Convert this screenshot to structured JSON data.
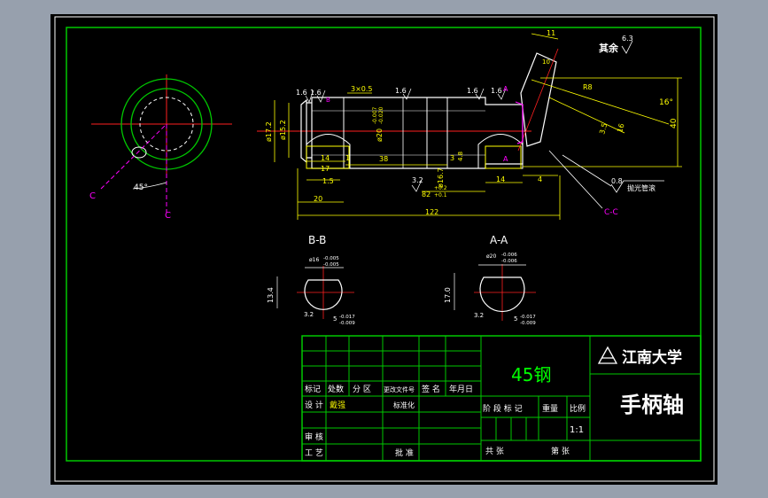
{
  "colors": {
    "viewport_bg": "#97a0ad",
    "paper": "#000000",
    "frame": "#00c800",
    "dim": "#ffff00",
    "center": "#ff2020",
    "section": "#ff00ff",
    "hatch": "#00ffff",
    "part": "#ffffff",
    "label_yellow": "#f0f000"
  },
  "drawing": {
    "roughness_note": "其余",
    "roughness_note_value": "6.3",
    "section_bb": "B-B",
    "section_aa": "A-A",
    "section_cc": "C-C",
    "cut_label_c": "C",
    "angle_45": "45°",
    "angle_16": "16°",
    "dims": {
      "d_172": "ø17.2",
      "d_152": "ø15.2",
      "d_20": "ø20",
      "d_20_tol_up": "-0.007",
      "d_20_tol_low": "-0.020",
      "d_167": "ø16.7",
      "chamfer": "3×0.5",
      "r_16a": "1.6",
      "r_16b": "1.6",
      "r_16c": "1.6",
      "r_16d": "1.6",
      "r_16e": "1.6",
      "r_08": "0.8",
      "r_32": "3.2",
      "l_14a": "14",
      "l_17": "17",
      "l_1": "1",
      "l_15": "1.5",
      "l_38": "38",
      "l_3": "3",
      "l_82": "82",
      "l_82_up": "+0.2",
      "l_82_low": "+0.1",
      "l_14b": "14",
      "l_4": "4",
      "l_20": "20",
      "l_122": "122",
      "l_11": "11",
      "l_10": "10",
      "l_r8": "R8",
      "l_35": "3.5",
      "l_16b": "16",
      "l_40": "40",
      "l_48": "4.8",
      "l_stop": "抛光管滚",
      "bb_d": "ø16",
      "bb_d_up": "-0.005",
      "bb_d_low": "-0.005",
      "bb_h": "13.4",
      "bb_w": "5",
      "bb_w_up": "-0.017",
      "bb_w_low": "-0.009",
      "bb_r": "3.2",
      "aa_d": "ø20",
      "aa_d_up": "-0.006",
      "aa_d_low": "-0.006",
      "aa_h": "17.0",
      "aa_w": "5",
      "aa_w_up": "-0.017",
      "aa_w_low": "-0.009",
      "aa_r": "3.2"
    }
  },
  "title_block": {
    "material": "45钢",
    "school": "江南大学",
    "part_name": "手柄轴",
    "h_mark": "标记",
    "h_count": "处数",
    "h_zone": "分 区",
    "h_docno": "更改文件号",
    "h_sign": "签 名",
    "h_date": "年月日",
    "design": "设 计",
    "designer": "戴强",
    "standard": "标准化",
    "stage": "阶 段 标 记",
    "weight": "重量",
    "scale": "比例",
    "scale_value": "1:1",
    "review": "审 核",
    "process": "工 艺",
    "approve": "批 准",
    "total_sheets": "共   张",
    "sheet_no": "第   张"
  }
}
